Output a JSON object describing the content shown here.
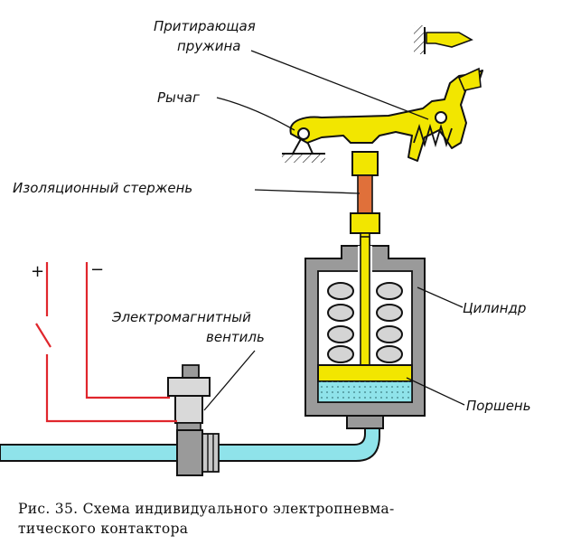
{
  "labels": {
    "spring": [
      "Притирающая",
      "пружина"
    ],
    "lever": "Рычаг",
    "rod": "Изоляционный стержень",
    "valve": [
      "Электромагнитный",
      "вентиль"
    ],
    "cylinder": "Цилиндр",
    "piston": "Поршень",
    "plus": "+",
    "minus": "−"
  },
  "caption": {
    "line1": "Рис. 35. Схема индивидуального электропневма-",
    "line2": "тического контактора"
  },
  "colors": {
    "yellow": "#f2e600",
    "cyan": "#8fe3ea",
    "gray": "#9a9a9a",
    "red": "#e0262c",
    "orange": "#e0703a",
    "ink": "#111111"
  }
}
